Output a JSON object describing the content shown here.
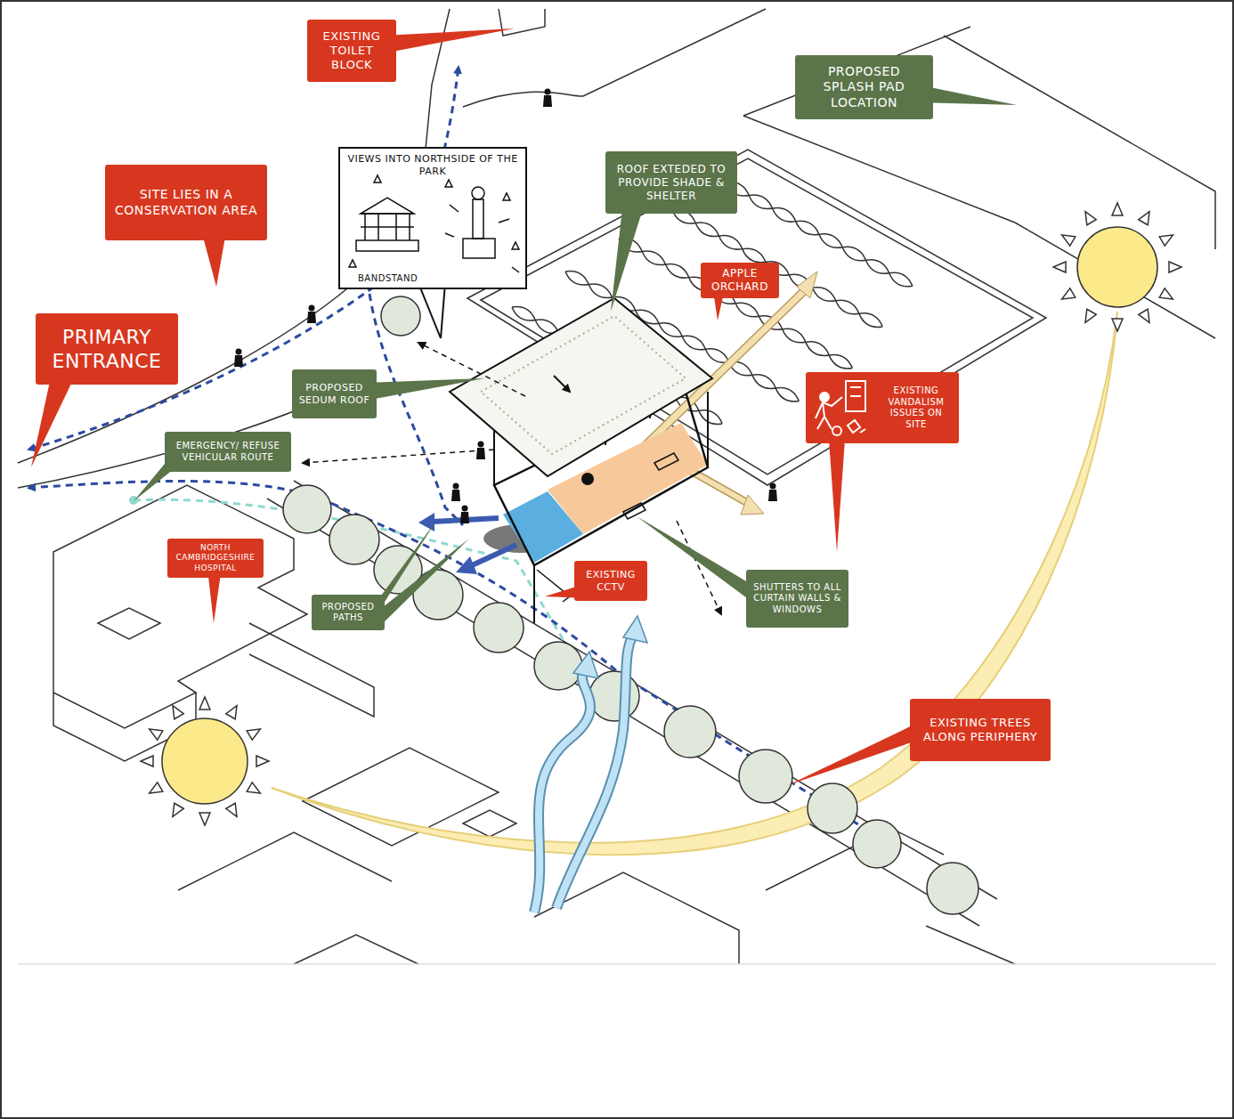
{
  "diagram": {
    "nodes": [
      {
        "text": [
          "EXISTING TOILET BLOCK"
        ]
      },
      {
        "text": [
          "PROPOSED SPLASH PAD LOCATION"
        ]
      },
      {
        "text": [
          "VIEWS INTO NORTHSIDE OF THE PARK",
          "BANDSTAND"
        ]
      },
      {
        "text": [
          "ROOF EXTEDED TO PROVIDE SHADE & SHELTER"
        ]
      },
      {
        "text": [
          "SITE LIES IN A CONSERVATION AREA"
        ]
      },
      {
        "text": [
          "APPLE ORCHARD"
        ]
      },
      {
        "text": [
          "PRIMARY ENTRANCE"
        ]
      },
      {
        "text": [
          "PROPOSED SEDUM ROOF"
        ]
      },
      {
        "text": [
          "EXISTING VANDALISM ISSUES ON SITE"
        ]
      },
      {
        "text": [
          "EMERGENCY/ REFUSE VEHICULAR ROUTE"
        ]
      },
      {
        "text": [
          "NORTH CAMBRIDGESHIRE HOSPITAL"
        ]
      },
      {
        "text": [
          "EXISTING CCTV"
        ]
      },
      {
        "text": [
          "SHUTTERS TO ALL CURTAIN WALLS & WINDOWS"
        ]
      },
      {
        "text": [
          "PROPOSED PATHS"
        ]
      },
      {
        "text": [
          "EXISTING TREES ALONG PERIPHERY"
        ]
      }
    ]
  }
}
